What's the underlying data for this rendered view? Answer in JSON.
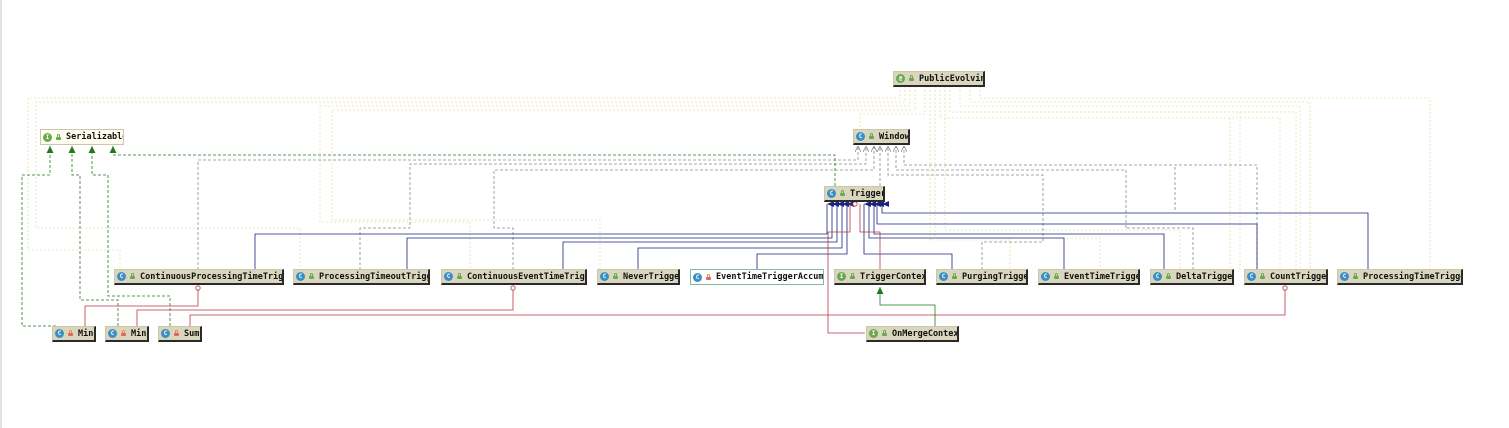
{
  "nodes": {
    "public_evolving": {
      "label": "PublicEvolvin",
      "kind": "annotation",
      "badge": "@",
      "visibility": "public"
    },
    "serializable": {
      "label": "Serializable",
      "kind": "interface",
      "badge": "I",
      "visibility": "public"
    },
    "window": {
      "label": "Window",
      "kind": "class",
      "badge": "C",
      "visibility": "public"
    },
    "trigger": {
      "label": "Trigger",
      "kind": "class",
      "badge": "C",
      "visibility": "public"
    },
    "continuous_processing_time_trigger": {
      "label": "ContinuousProcessingTimeTrigg",
      "kind": "class",
      "badge": "C",
      "visibility": "public"
    },
    "processing_timeout_trigger": {
      "label": "ProcessingTimeoutTrigg",
      "kind": "class",
      "badge": "C",
      "visibility": "public"
    },
    "continuous_event_time_trigger": {
      "label": "ContinuousEventTimeTrigg",
      "kind": "class",
      "badge": "C",
      "visibility": "public"
    },
    "never_trigger": {
      "label": "NeverTrigge",
      "kind": "class",
      "badge": "C",
      "visibility": "public"
    },
    "event_time_trigger_accum": {
      "label": "EventTimeTriggerAccumC",
      "kind": "class",
      "badge": "C",
      "visibility": "private"
    },
    "trigger_context": {
      "label": "TriggerContex",
      "kind": "interface",
      "badge": "I",
      "visibility": "public"
    },
    "purging_trigger": {
      "label": "PurgingTrigge",
      "kind": "class",
      "badge": "C",
      "visibility": "public"
    },
    "event_time_trigger": {
      "label": "EventTimeTrigge",
      "kind": "class",
      "badge": "C",
      "visibility": "public"
    },
    "delta_trigger": {
      "label": "DeltaTrigge",
      "kind": "class",
      "badge": "C",
      "visibility": "public"
    },
    "count_trigger": {
      "label": "CountTrigge",
      "kind": "class",
      "badge": "C",
      "visibility": "public"
    },
    "processing_time_trigger": {
      "label": "ProcessingTimeTrigge",
      "kind": "class",
      "badge": "C",
      "visibility": "public"
    },
    "min_1": {
      "label": "Min",
      "kind": "class",
      "badge": "C",
      "visibility": "private"
    },
    "min_2": {
      "label": "Min",
      "kind": "class",
      "badge": "C",
      "visibility": "private"
    },
    "sum": {
      "label": "Sum",
      "kind": "class",
      "badge": "C",
      "visibility": "private"
    },
    "on_merge_context": {
      "label": "OnMergeContex",
      "kind": "interface",
      "badge": "I",
      "visibility": "public"
    }
  },
  "colors": {
    "node_fill": "#d9d6bd",
    "extends_edge": "#1a237e",
    "implements_edge": "#2e7d32",
    "uses_edge": "#8a8a8a",
    "inner_class_edge": "#b23a48",
    "annotation_edge": "#e8e2a8"
  }
}
